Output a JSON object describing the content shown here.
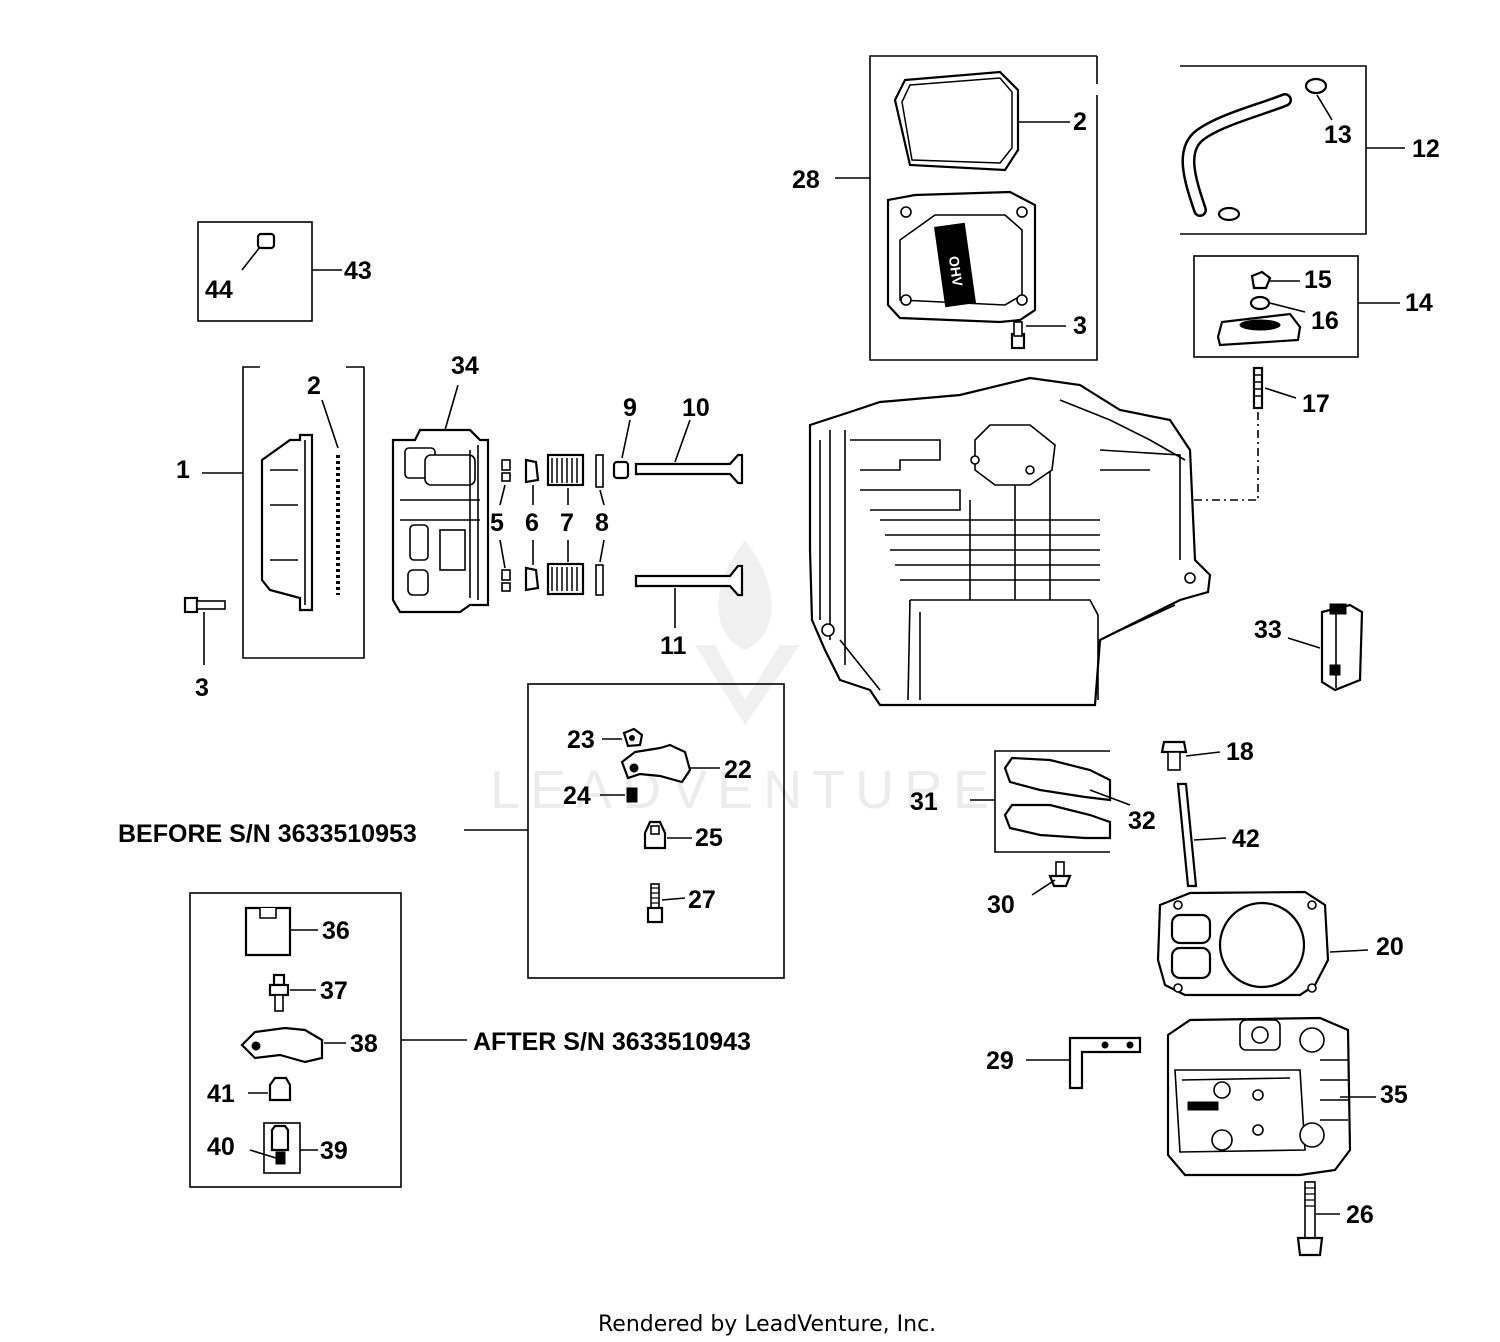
{
  "labels": {
    "l1": "1",
    "l2a": "2",
    "l2b": "2",
    "l3a": "3",
    "l3b": "3",
    "l5": "5",
    "l6": "6",
    "l7": "7",
    "l8": "8",
    "l9": "9",
    "l10": "10",
    "l11": "11",
    "l12": "12",
    "l13": "13",
    "l14": "14",
    "l15": "15",
    "l16": "16",
    "l17": "17",
    "l18": "18",
    "l20": "20",
    "l22": "22",
    "l23": "23",
    "l24": "24",
    "l25": "25",
    "l26": "26",
    "l27": "27",
    "l28": "28",
    "l29": "29",
    "l30": "30",
    "l31": "31",
    "l32": "32",
    "l33": "33",
    "l34": "34",
    "l35": "35",
    "l36": "36",
    "l37": "37",
    "l38": "38",
    "l39": "39",
    "l40": "40",
    "l41": "41",
    "l42": "42",
    "l43": "43",
    "l44": "44"
  },
  "serials": {
    "before": "BEFORE S/N 3633510953",
    "after": "AFTER S/N 3633510943"
  },
  "watermark": "LEADVENTURE",
  "footer": "Rendered by LeadVenture, Inc."
}
